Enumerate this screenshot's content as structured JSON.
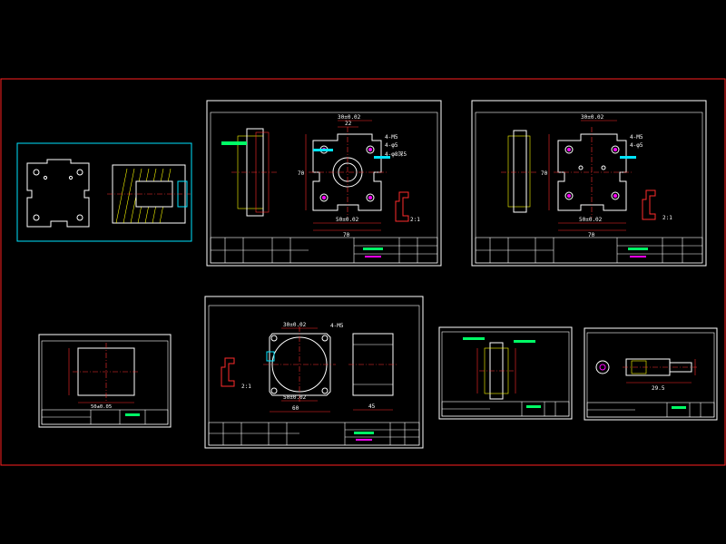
{
  "colors": {
    "background": "#000000",
    "frame": "#ff2020",
    "sheet": "#ffffff",
    "part": "#ffffff",
    "dimension": "#ff2b2b",
    "centerline": "#ff3030",
    "annotation": "#00e5ff",
    "highlight": "#00ff66",
    "hatch": "#ffff00",
    "overview_border": "#00e5ff",
    "accent_magenta": "#ff00ff",
    "accent_yellow": "#ffff00"
  },
  "overview": {
    "label": ""
  },
  "sheet_b": {
    "dim_top": "30±0.02",
    "dim_22": "22",
    "dim_70": "70",
    "dim_bottom": "50±0.02",
    "dim_70b": "70",
    "note_hole1": "4-M5",
    "note_hole2": "4-φ5",
    "note_hole3": "4-φ8深5",
    "scale": "2:1"
  },
  "sheet_c": {
    "dim_top": "30±0.02",
    "dim_70": "70",
    "dim_bottom": "50±0.02",
    "dim_70b": "70",
    "note_hole1": "4-M5",
    "note_hole2": "4-φ5",
    "scale": "2:1"
  },
  "sheet_d": {
    "dim_bottom": "50±0.05"
  },
  "sheet_e": {
    "dim_top": "30±0.02",
    "dim_bottom": "50±0.02",
    "dim_outer": "60",
    "dim_side": "45",
    "note_hole": "4-M5",
    "scale": "2:1"
  },
  "sheet_f": {},
  "sheet_g": {
    "dim_len": "29.5"
  }
}
